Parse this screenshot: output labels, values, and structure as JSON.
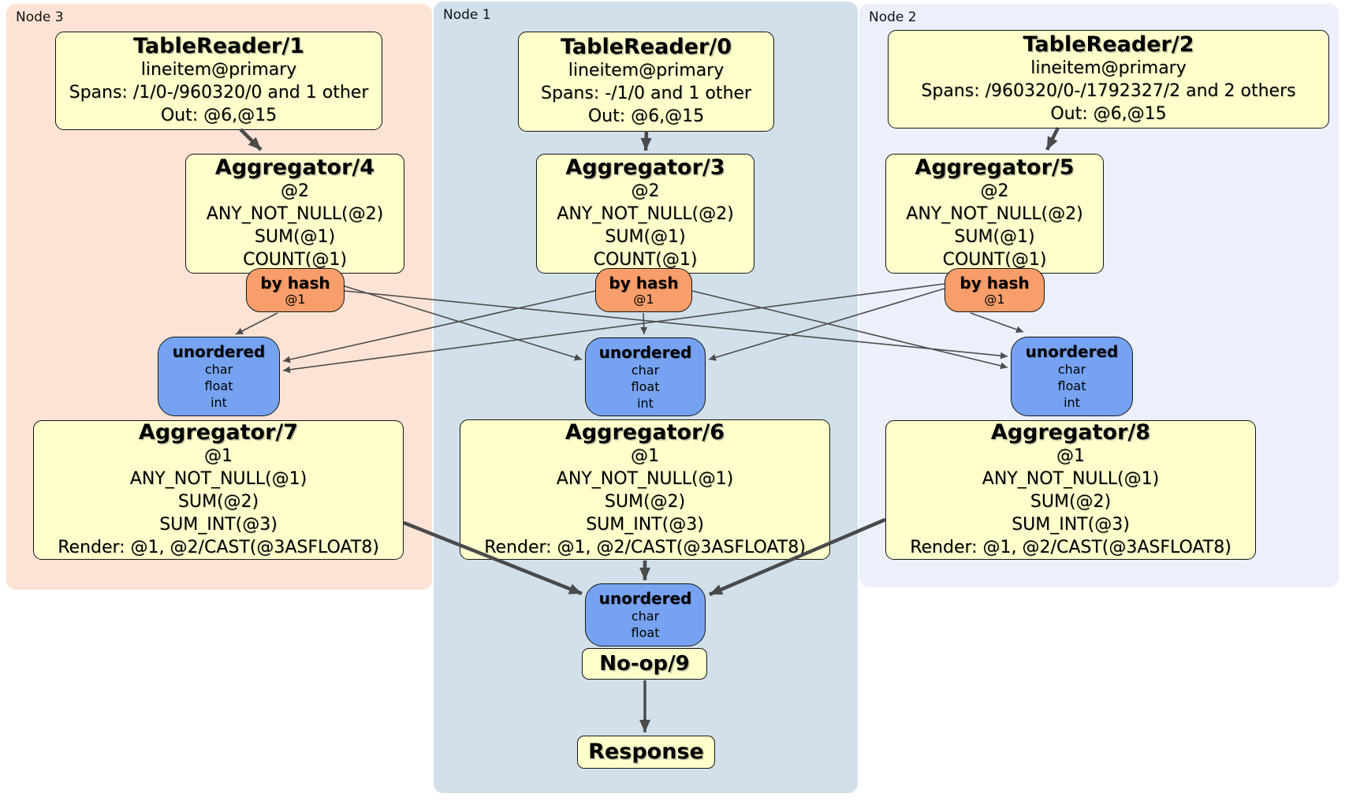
{
  "colors": {
    "node3_bg": "#fce3d5",
    "node1_bg": "#d2e0ea",
    "node2_bg": "#ebf0fa",
    "processor_fill": "#ffffcc",
    "router_fill": "#f79e6a",
    "sync_fill": "#76a3f1",
    "edge_thin": "#4d4d4d",
    "edge_thick": "#4a4a4a"
  },
  "regions": {
    "node3": {
      "label": "Node 3"
    },
    "node1": {
      "label": "Node 1"
    },
    "node2": {
      "label": "Node 2"
    }
  },
  "processors": {
    "tr1": {
      "title": "TableReader/1",
      "lines": [
        "lineitem@primary",
        "Spans: /1/0-/960320/0 and 1 other",
        "Out: @6,@15"
      ]
    },
    "tr0": {
      "title": "TableReader/0",
      "lines": [
        "lineitem@primary",
        "Spans: -/1/0 and 1 other",
        "Out: @6,@15"
      ]
    },
    "tr2": {
      "title": "TableReader/2",
      "lines": [
        "lineitem@primary",
        "Spans: /960320/0-/1792327/2 and 2 others",
        "Out: @6,@15"
      ]
    },
    "agg4": {
      "title": "Aggregator/4",
      "lines": [
        "@2",
        "ANY_NOT_NULL(@2)",
        "SUM(@1)",
        "COUNT(@1)"
      ]
    },
    "agg3": {
      "title": "Aggregator/3",
      "lines": [
        "@2",
        "ANY_NOT_NULL(@2)",
        "SUM(@1)",
        "COUNT(@1)"
      ]
    },
    "agg5": {
      "title": "Aggregator/5",
      "lines": [
        "@2",
        "ANY_NOT_NULL(@2)",
        "SUM(@1)",
        "COUNT(@1)"
      ]
    },
    "agg7": {
      "title": "Aggregator/7",
      "lines": [
        "@1",
        "ANY_NOT_NULL(@1)",
        "SUM(@2)",
        "SUM_INT(@3)",
        "Render: @1, @2/CAST(@3ASFLOAT8)"
      ]
    },
    "agg6": {
      "title": "Aggregator/6",
      "lines": [
        "@1",
        "ANY_NOT_NULL(@1)",
        "SUM(@2)",
        "SUM_INT(@3)",
        "Render: @1, @2/CAST(@3ASFLOAT8)"
      ]
    },
    "agg8": {
      "title": "Aggregator/8",
      "lines": [
        "@1",
        "ANY_NOT_NULL(@1)",
        "SUM(@2)",
        "SUM_INT(@3)",
        "Render: @1, @2/CAST(@3ASFLOAT8)"
      ]
    },
    "noop": {
      "title": "No-op/9"
    },
    "response": {
      "title": "Response"
    }
  },
  "routers": {
    "left": {
      "title": "by hash",
      "detail": "@1"
    },
    "center": {
      "title": "by hash",
      "detail": "@1"
    },
    "right": {
      "title": "by hash",
      "detail": "@1"
    }
  },
  "syncs": {
    "left": {
      "title": "unordered",
      "items": [
        "char",
        "float",
        "int"
      ]
    },
    "center": {
      "title": "unordered",
      "items": [
        "char",
        "float",
        "int"
      ]
    },
    "right": {
      "title": "unordered",
      "items": [
        "char",
        "float",
        "int"
      ]
    },
    "final": {
      "title": "unordered",
      "items": [
        "char",
        "float"
      ]
    }
  }
}
